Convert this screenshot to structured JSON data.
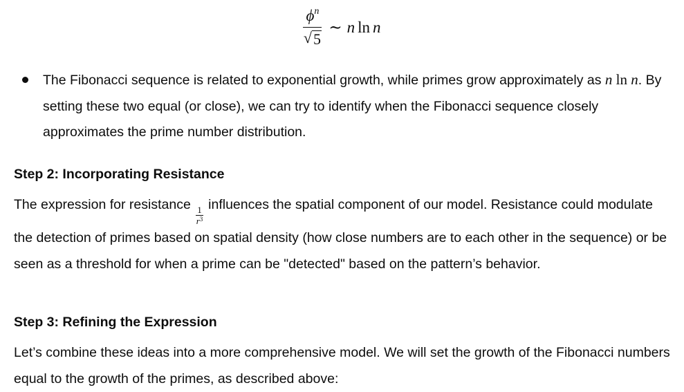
{
  "equation": {
    "numerator_base": "ϕ",
    "numerator_exp": "n",
    "denominator_radicand": "5",
    "relation": "∼",
    "rhs_var1": "n",
    "rhs_ln": "ln",
    "rhs_var2": "n"
  },
  "bullet": {
    "text_before": "The Fibonacci sequence is related to exponential growth, while primes grow approximately as",
    "math_var1": "n",
    "math_ln": "ln",
    "math_var2": "n",
    "text_after": ". By setting these two equal (or close), we can try to identify when the Fibonacci sequence closely approximates the prime number distribution."
  },
  "step2": {
    "heading": "Step 2: Incorporating Resistance",
    "text_before": "The expression for resistance",
    "frac_num": "1",
    "frac_den_base": "r",
    "frac_den_exp": "3",
    "text_after": "influences the spatial component of our model. Resistance could modulate the detection of primes based on spatial density (how close numbers are to each other in the sequence) or be seen as a threshold for when a prime can be \"detected\" based on the pattern’s behavior."
  },
  "step3": {
    "heading": "Step 3: Refining the Expression",
    "text": "Let’s combine these ideas into a more comprehensive model. We will set the growth of the Fibonacci numbers equal to the growth of the primes, as described above:"
  }
}
